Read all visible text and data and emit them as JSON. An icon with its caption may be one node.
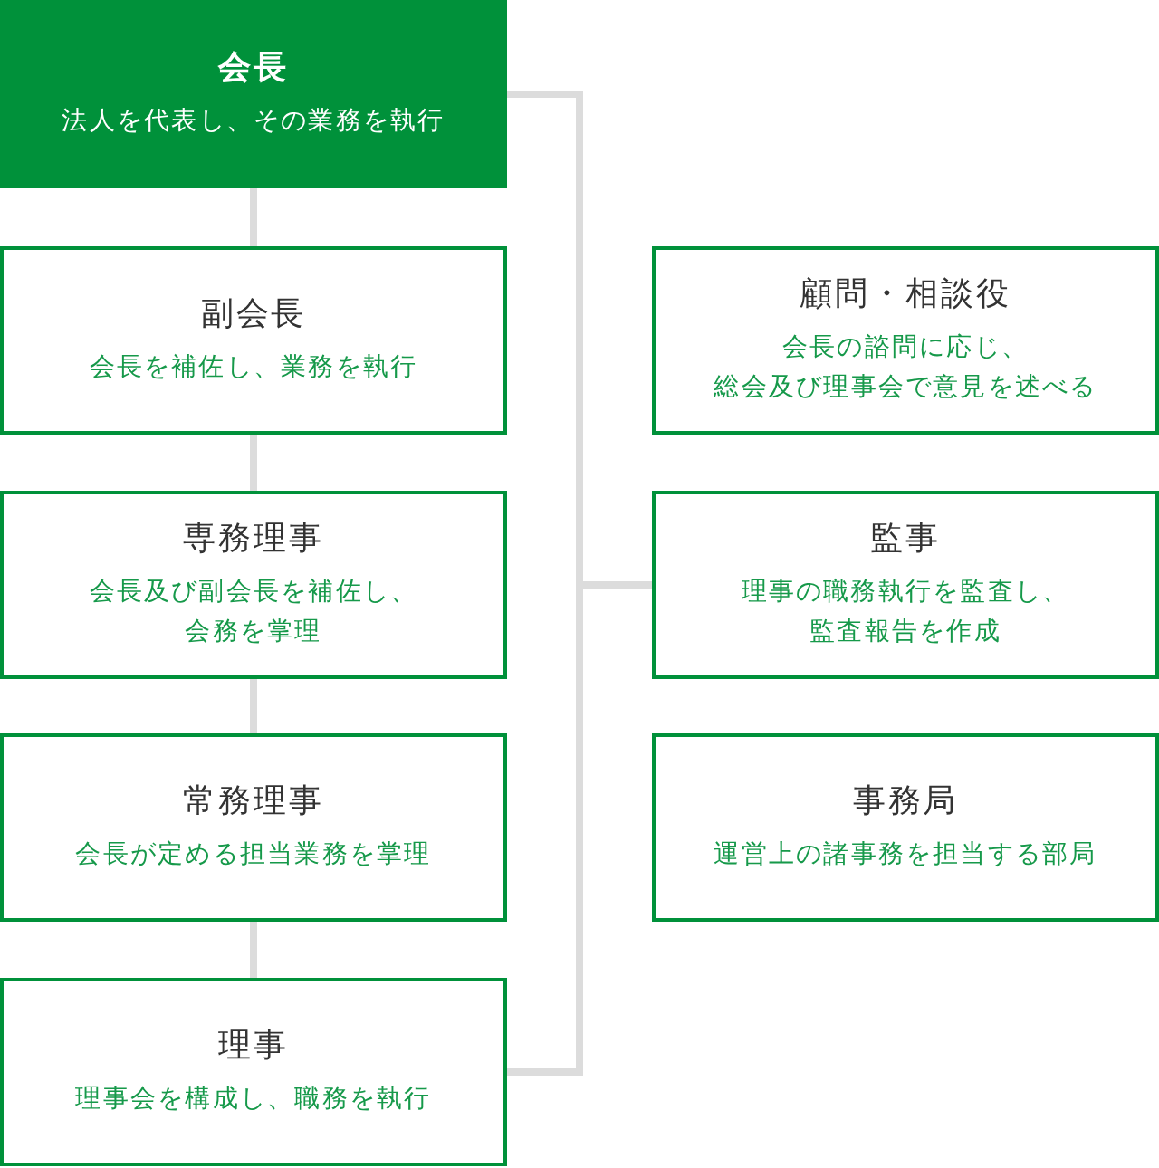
{
  "diagram": {
    "nodes": [
      {
        "text": [
          "会長",
          "法人を代表し、その業務を執行"
        ]
      },
      {
        "text": [
          "副会長",
          "会長を補佐し、業務を執行"
        ]
      },
      {
        "text": [
          "専務理事",
          "会長及び副会長を補佐し、会務を掌理"
        ]
      },
      {
        "text": [
          "常務理事",
          "会長が定める担当業務を掌理"
        ]
      },
      {
        "text": [
          "理事",
          "理事会を構成し、職務を執行"
        ]
      },
      {
        "text": [
          "顧問・相談役",
          "会長の諮問に応じ、総会及び理事会で意見を述べる"
        ]
      },
      {
        "text": [
          "監事",
          "理事の職務執行を監査し、監査報告を作成"
        ]
      },
      {
        "text": [
          "事務局",
          "運営上の諸事務を担当する部局"
        ]
      }
    ],
    "edges": [
      {
        "from": 0,
        "to": 1,
        "arrow": "none"
      },
      {
        "from": 1,
        "to": 2,
        "arrow": "none"
      },
      {
        "from": 2,
        "to": 3,
        "arrow": "none"
      },
      {
        "from": 3,
        "to": 4,
        "arrow": "none"
      },
      {
        "from": 0,
        "to": 4,
        "arrow": "none"
      },
      {
        "from": 0,
        "to": 6,
        "arrow": "none"
      }
    ]
  }
}
